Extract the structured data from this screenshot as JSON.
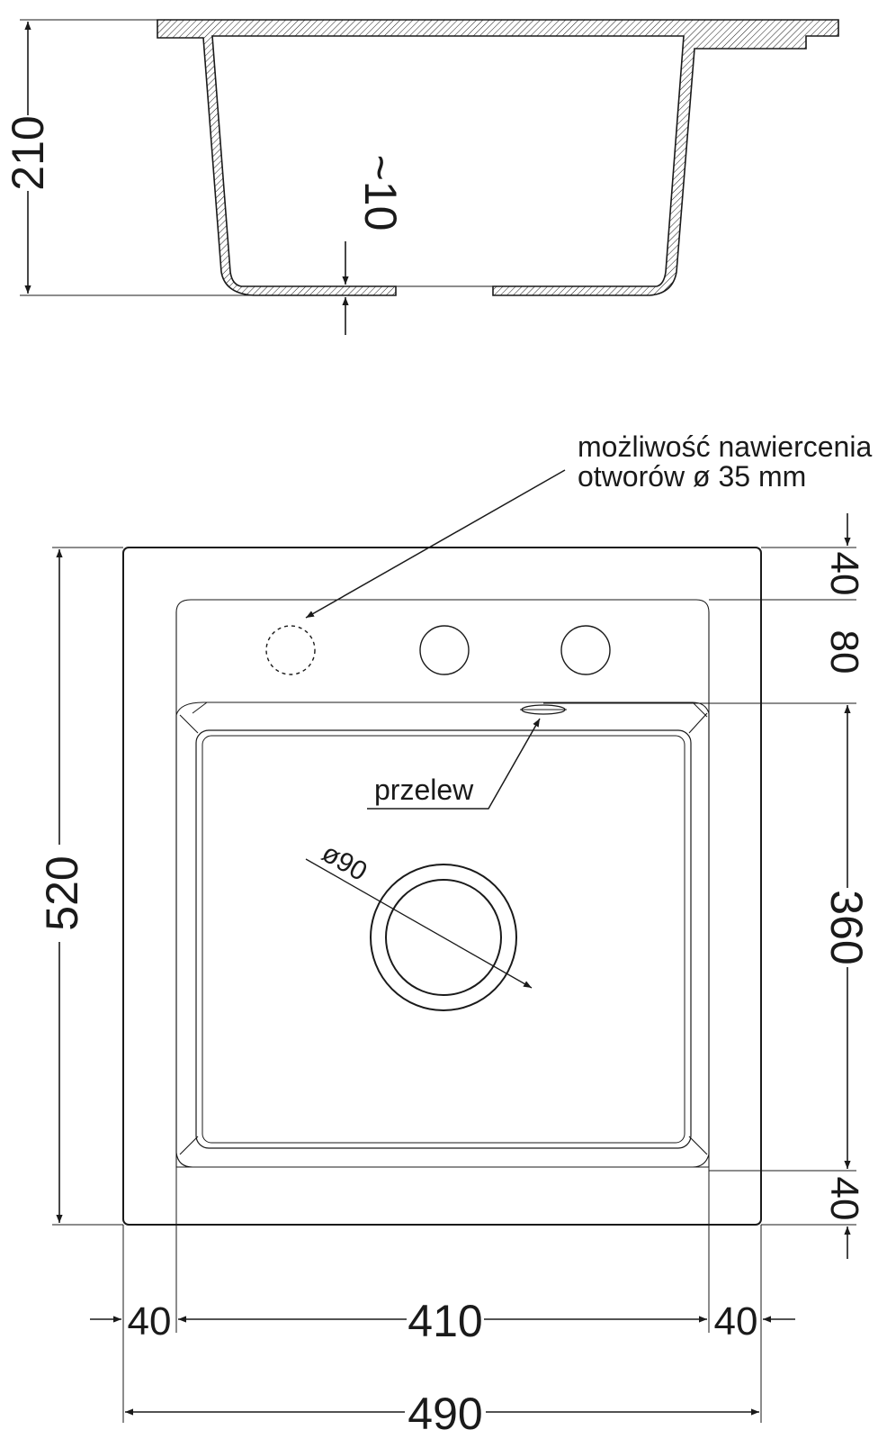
{
  "section_view": {
    "depth": "210",
    "bottom_thickness": "~10"
  },
  "top_view": {
    "annotation_holes": {
      "line1": "możliwość nawiercenia",
      "line2": "otworów ø 35 mm"
    },
    "overflow_label": "przelew",
    "drain_diameter": "ø90",
    "dim_height_total": "520",
    "dim_right_top": "40",
    "dim_right_tapzone": "80",
    "dim_right_bowl": "360",
    "dim_right_bottom": "40",
    "dim_bottom_left": "40",
    "dim_bottom_bowl": "410",
    "dim_bottom_right": "40",
    "dim_width_total": "490"
  },
  "colors": {
    "line": "#1a1a1a",
    "light_line": "#777777",
    "background": "#ffffff"
  }
}
